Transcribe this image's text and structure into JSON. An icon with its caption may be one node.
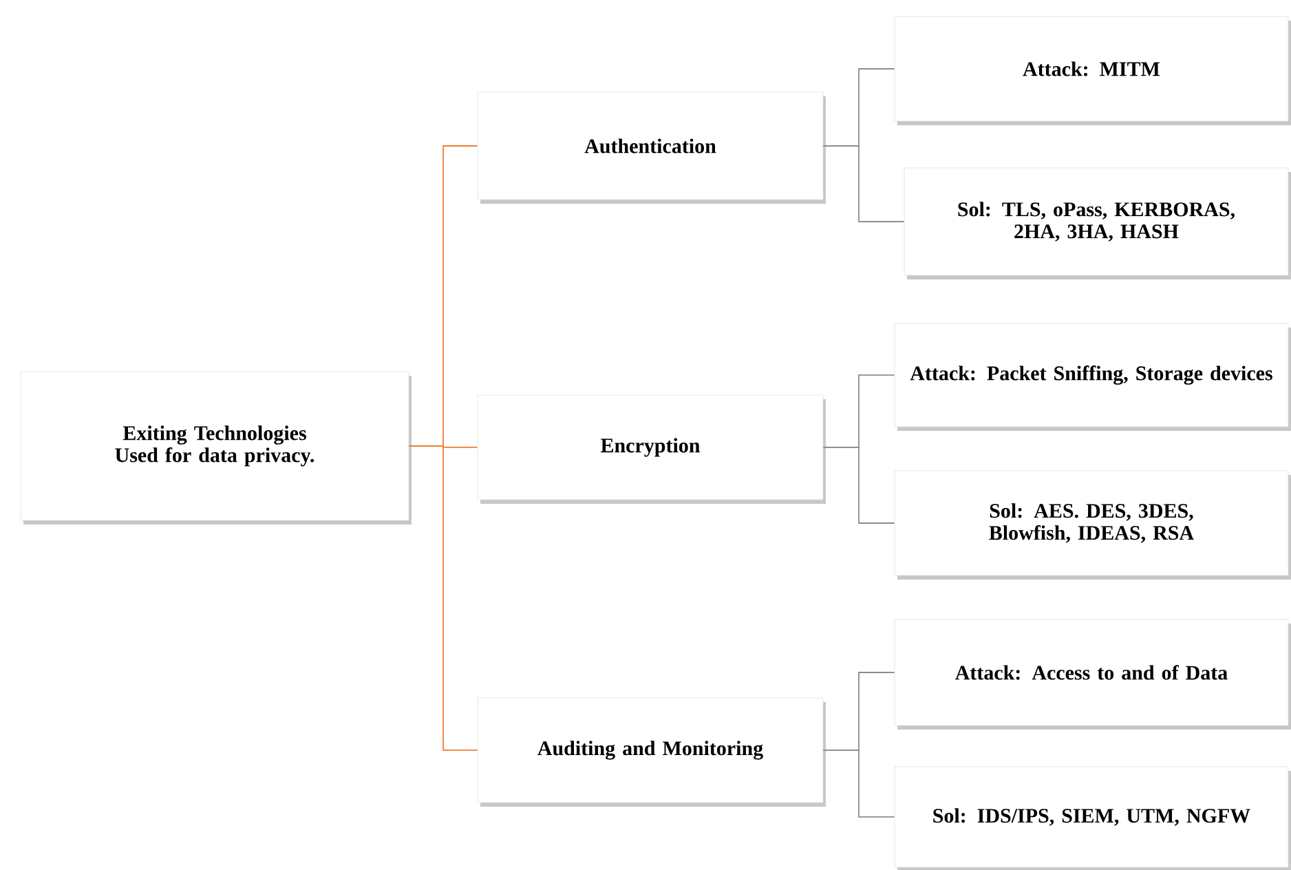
{
  "diagram": {
    "nodes": [
      {
        "text": [
          "**Exiting Technologies Used for data privacy**."
        ]
      },
      {
        "text": [
          "Authentication"
        ]
      },
      {
        "text": [
          "Encryption"
        ]
      },
      {
        "text": [
          "Auditing and Monitoring"
        ]
      },
      {
        "text": [
          "Attack: MITM"
        ]
      },
      {
        "text": [
          "Sol: TLS, oPass, KERBORAS, 2HA,  3HA, HASH"
        ]
      },
      {
        "text": [
          "Attack: Packet Sniffing, Storage devices"
        ]
      },
      {
        "text": [
          "Sol: AES. DES, 3DES, Blowfish, IDEAS, RSA"
        ]
      },
      {
        "text": [
          "Attack: Access to and of Data"
        ]
      },
      {
        "text": [
          "Sol: IDS/IPS, SIEM, UTM, NGFW"
        ]
      }
    ],
    "edges": [
      {
        "from": 0,
        "to": 1,
        "arrow": "none",
        "color": "#ed7d31"
      },
      {
        "from": 0,
        "to": 2,
        "arrow": "none",
        "color": "#ed7d31"
      },
      {
        "from": 0,
        "to": 3,
        "arrow": "none",
        "color": "#ed7d31"
      },
      {
        "from": 1,
        "to": 4,
        "arrow": "none"
      },
      {
        "from": 1,
        "to": 5,
        "arrow": "none"
      },
      {
        "from": 2,
        "to": 6,
        "arrow": "none"
      },
      {
        "from": 2,
        "to": 7,
        "arrow": "none"
      },
      {
        "from": 3,
        "to": 8,
        "arrow": "none"
      },
      {
        "from": 3,
        "to": 9,
        "arrow": "none"
      }
    ]
  }
}
